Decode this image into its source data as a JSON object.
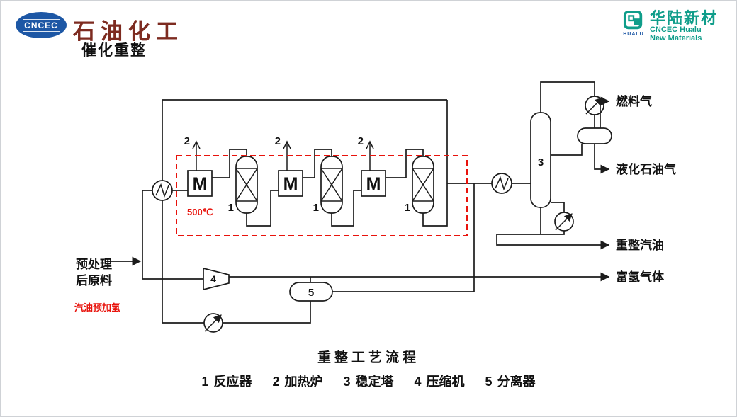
{
  "header": {
    "logo_text": "CNCEC",
    "brand": "石油化工",
    "hualu_logo_text": "HUALU",
    "hualu_name": "华陆新材",
    "hualu_sub1": "CNCEC Hualu",
    "hualu_sub2": "New Materials"
  },
  "title": "催化重整",
  "diagram": {
    "temperature": "500℃",
    "feed_line1": "预处理",
    "feed_line2": "后原料",
    "feed_note": "汽油预加氢",
    "furnace_symbol": "M",
    "furnace_tag": "2",
    "reactor_tag": "1",
    "column_tag": "3",
    "compressor_tag": "4",
    "separator_tag": "5",
    "out_fuel_gas": "燃料气",
    "out_lpg": "液化石油气",
    "out_gasoline": "重整汽油",
    "out_hydrogen": "富氢气体",
    "caption": "重整工艺流程"
  },
  "legend": {
    "items": [
      {
        "num": "1",
        "label": "反应器"
      },
      {
        "num": "2",
        "label": "加热炉"
      },
      {
        "num": "3",
        "label": "稳定塔"
      },
      {
        "num": "4",
        "label": "压缩机"
      },
      {
        "num": "5",
        "label": "分离器"
      }
    ]
  },
  "colors": {
    "line_ink": "#1c1c1c",
    "highlight_red": "#e8130c",
    "brand_red": "#7d2b20",
    "brand_green": "#0f9d8a",
    "logo_blue": "#1d57a5"
  }
}
